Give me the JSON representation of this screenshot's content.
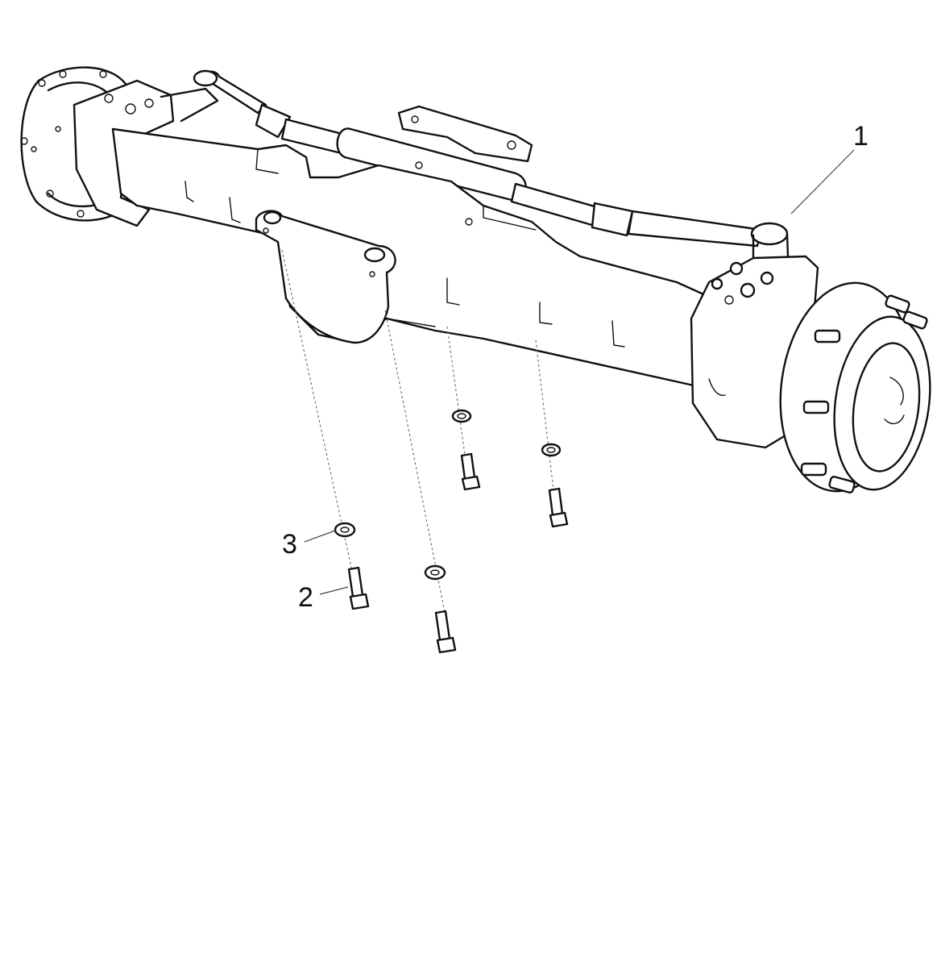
{
  "callouts": {
    "part_1": "1",
    "part_2": "2",
    "part_3": "3"
  },
  "colors": {
    "line": "#111111",
    "background": "#ffffff"
  }
}
